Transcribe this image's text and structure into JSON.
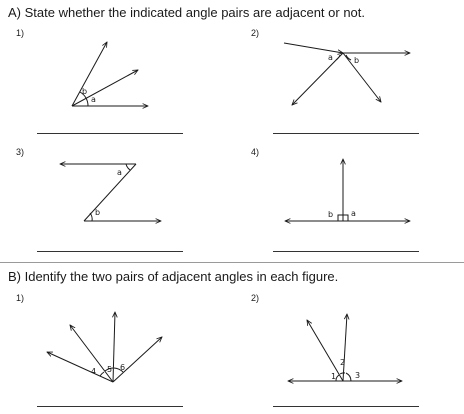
{
  "sectionA": {
    "heading": "A)  State whether the indicated angle pairs are adjacent or not.",
    "problems": [
      {
        "number": "1)",
        "labels": [
          "b",
          "a"
        ]
      },
      {
        "number": "2)",
        "labels": [
          "a",
          "b"
        ]
      },
      {
        "number": "3)",
        "labels": [
          "a",
          "b"
        ]
      },
      {
        "number": "4)",
        "labels": [
          "b",
          "a"
        ]
      }
    ]
  },
  "sectionB": {
    "heading": "B)  Identify the two pairs of adjacent angles in each figure.",
    "problems": [
      {
        "number": "1)",
        "labels": [
          "4",
          "5",
          "6"
        ]
      },
      {
        "number": "2)",
        "labels": [
          "1",
          "2",
          "3"
        ]
      }
    ]
  }
}
